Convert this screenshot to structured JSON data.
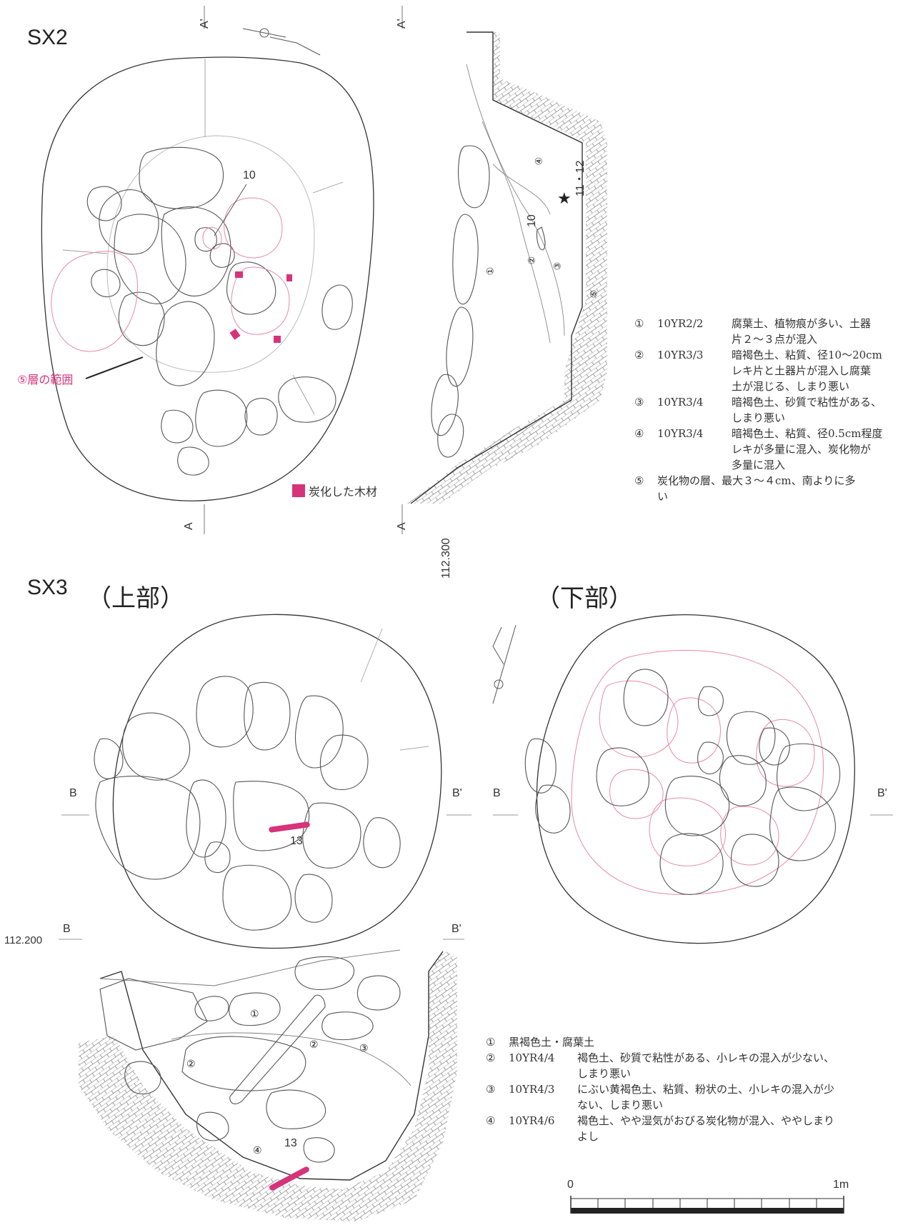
{
  "sx2": {
    "title": "SX2",
    "label_A": "A",
    "label_A_prime": "A'",
    "find_10": "10",
    "find_11_12": "11・12",
    "layer5_range": "⑤層の範囲",
    "charred_wood": "炭化した木材",
    "elevation": "112.300",
    "section_layers": [
      "①",
      "②",
      "③",
      "④",
      "⑤"
    ],
    "legend": [
      {
        "num": "①",
        "code": "10YR2/2",
        "lines": [
          "腐葉土、植物痕が多い、土器",
          "片２～３点が混入"
        ]
      },
      {
        "num": "②",
        "code": "10YR3/3",
        "lines": [
          "暗褐色土、粘質、径10～20cm",
          "レキ片と土器片が混入し腐葉",
          "土が混じる、しまり悪い"
        ]
      },
      {
        "num": "③",
        "code": "10YR3/4",
        "lines": [
          "暗褐色土、砂質で粘性がある、",
          "しまり悪い"
        ]
      },
      {
        "num": "④",
        "code": "10YR3/4",
        "lines": [
          "暗褐色土、粘質、径0.5cm程度",
          "レキが多量に混入、炭化物が",
          "多量に混入"
        ]
      },
      {
        "num": "⑤",
        "code": "",
        "lines": [
          "炭化物の層、最大３～４cm、南よりに多",
          "い"
        ]
      }
    ]
  },
  "sx3": {
    "title": "SX3",
    "upper": "（上部）",
    "lower": "（下部）",
    "label_B": "B",
    "label_B_prime": "B'",
    "find_13": "13",
    "elevation": "112.200",
    "section_layers": [
      "①",
      "②",
      "②",
      "③",
      "④"
    ],
    "legend": [
      {
        "num": "①",
        "code": "",
        "lines": [
          "黒褐色土・腐葉土"
        ]
      },
      {
        "num": "②",
        "code": "10YR4/4",
        "lines": [
          "褐色土、砂質で粘性がある、小レキの混入が少ない、",
          "しまり悪い"
        ]
      },
      {
        "num": "③",
        "code": "10YR4/3",
        "lines": [
          "にぶい黄褐色土、粘質、粉状の土、小レキの混入が少",
          "ない、しまり悪い"
        ]
      },
      {
        "num": "④",
        "code": "10YR4/6",
        "lines": [
          "褐色土、やや湿気がおびる炭化物が混入、ややしまり",
          "よし"
        ]
      }
    ]
  },
  "scale": {
    "zero": "0",
    "max": "1m"
  },
  "colors": {
    "line": "#333333",
    "stone": "#555555",
    "pink": "#d6337a",
    "pink_outline": "#e88aa5",
    "hatch": "#8a8a8a"
  }
}
